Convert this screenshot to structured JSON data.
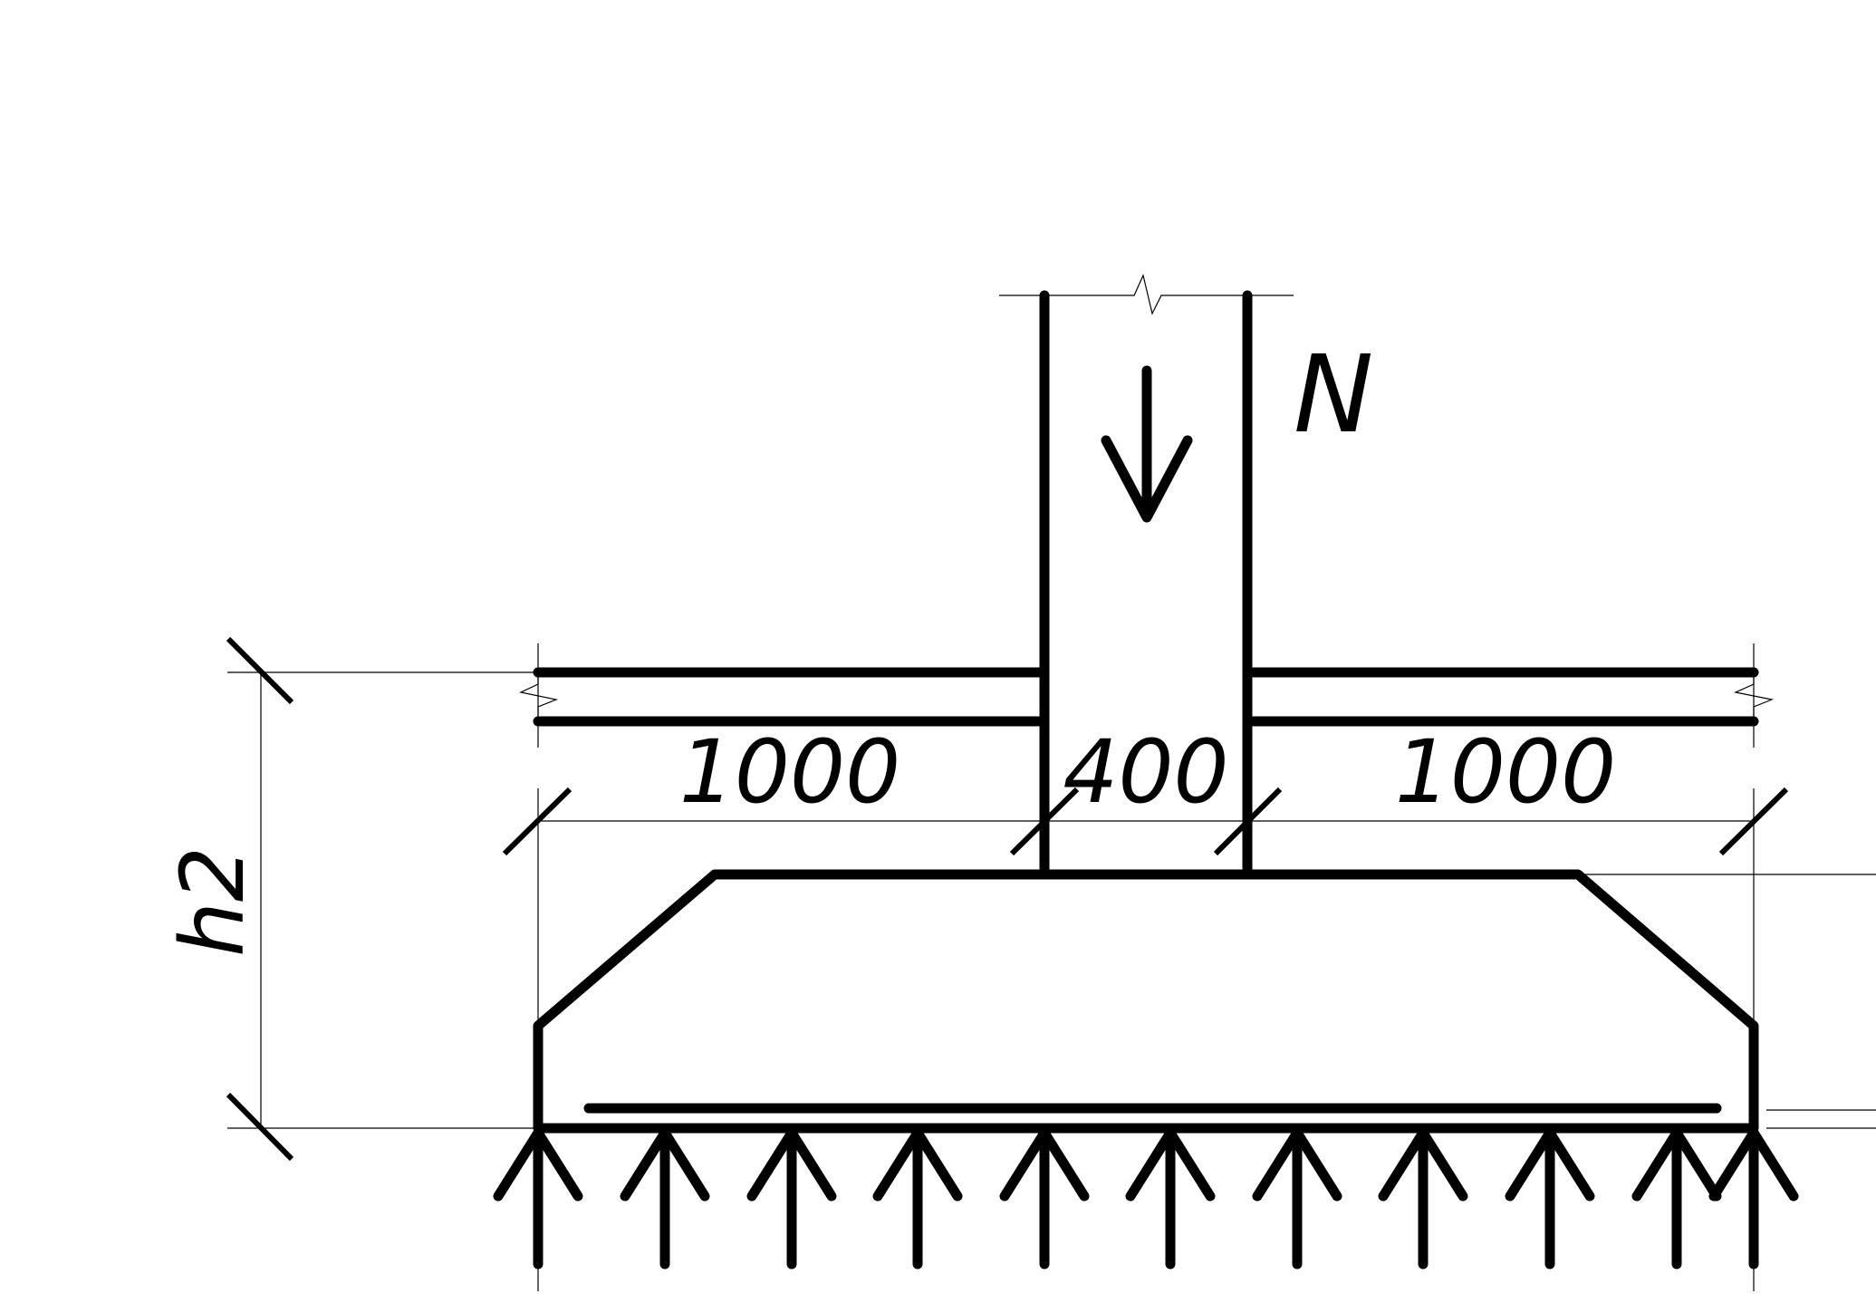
{
  "dimensions": {
    "left_span": "1000",
    "column_width": "400",
    "right_span": "1000",
    "height_label": "h2"
  },
  "load": {
    "label": "N"
  },
  "colors": {
    "line": "#000000",
    "background": "#ffffff"
  }
}
